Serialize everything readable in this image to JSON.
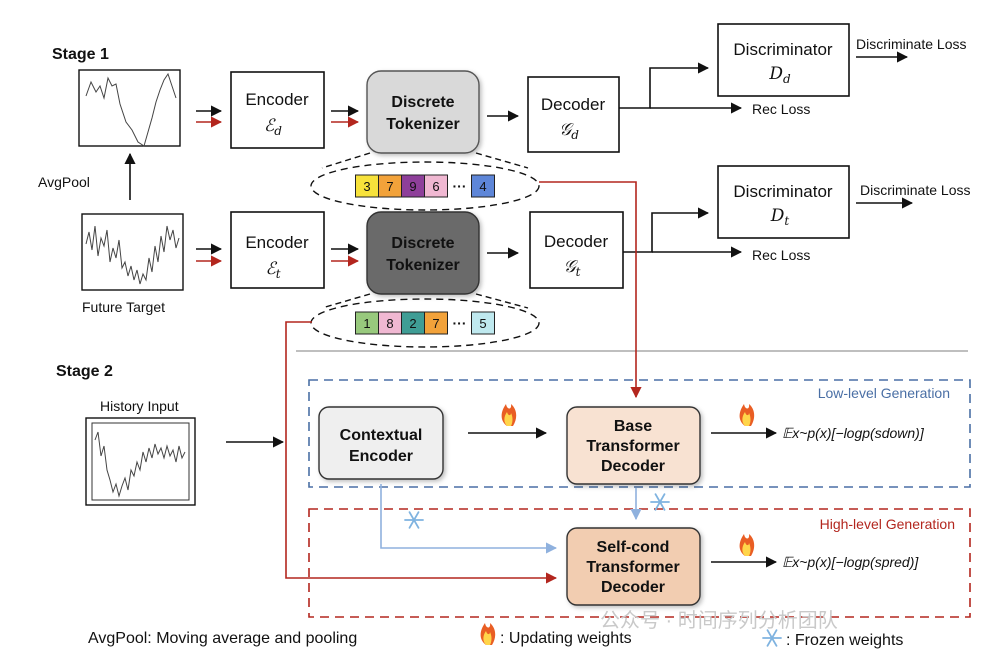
{
  "stage1": {
    "title": "Stage 1",
    "avgpool_label": "AvgPool",
    "future_target_label": "Future Target",
    "encoder_d": {
      "title": "Encoder",
      "symbol": "ℰ",
      "sub": "d"
    },
    "encoder_t": {
      "title": "Encoder",
      "symbol": "ℰ",
      "sub": "t"
    },
    "tokenizer_d": {
      "line1": "Discrete",
      "line2": "Tokenizer"
    },
    "tokenizer_t": {
      "line1": "Discrete",
      "line2": "Tokenizer"
    },
    "decoder_d": {
      "title": "Decoder",
      "symbol": "𝒢",
      "sub": "d"
    },
    "decoder_t": {
      "title": "Decoder",
      "symbol": "𝒢",
      "sub": "t"
    },
    "discriminator_d": {
      "title": "Discriminator",
      "symbol": "D",
      "sub": "d"
    },
    "discriminator_t": {
      "title": "Discriminator",
      "symbol": "D",
      "sub": "t"
    },
    "discriminate_loss_d": "Discriminate Loss",
    "discriminate_loss_t": "Discriminate Loss",
    "rec_loss_d": "Rec Loss",
    "rec_loss_t": "Rec Loss",
    "tokens_d": [
      {
        "value": "3",
        "color": "#f7e23b"
      },
      {
        "value": "7",
        "color": "#f2a23a"
      },
      {
        "value": "9",
        "color": "#8e3f9a"
      },
      {
        "value": "6",
        "color": "#f0b8d2"
      },
      {
        "value": "4",
        "color": "#5e86d8"
      }
    ],
    "tokens_t": [
      {
        "value": "1",
        "color": "#98c97d"
      },
      {
        "value": "8",
        "color": "#f0b8d2"
      },
      {
        "value": "2",
        "color": "#3f9d95"
      },
      {
        "value": "7",
        "color": "#f2a23a"
      },
      {
        "value": "5",
        "color": "#bfe9ef"
      }
    ],
    "ellipsis": "···"
  },
  "stage2": {
    "title": "Stage 2",
    "history_input_label": "History Input",
    "low_level_label": "Low-level Generation",
    "high_level_label": "High-level Generation",
    "contextual_encoder": {
      "line1": "Contextual",
      "line2": "Encoder"
    },
    "base_decoder": {
      "line1": "Base",
      "line2": "Transformer",
      "line3": "Decoder"
    },
    "selfcond_decoder": {
      "line1": "Self-cond",
      "line2": "Transformer",
      "line3": "Decoder"
    },
    "loss_low": "𝔼x~p(x)[−logp(sdown)]",
    "loss_high": "𝔼x~p(x)[−logp(spred)]"
  },
  "legend": {
    "avgpool": "AvgPool: Moving average and pooling",
    "updating": ": Updating weights",
    "frozen": ": Frozen weights"
  },
  "watermark": "公众号 · 时间序列分析团队",
  "colors": {
    "red_arrow": "#b3261e",
    "blue_arrow": "#8fb1de",
    "low_level_border": "#4a6fa5",
    "high_level_border": "#b3261e",
    "tokenizer_d_fill": "#d9d9d9",
    "tokenizer_t_fill": "#6b6b6b",
    "decoder_peach": "#f8e2d2",
    "selfcond_peach": "#f2cdb1",
    "contextual_fill": "#efefef"
  }
}
